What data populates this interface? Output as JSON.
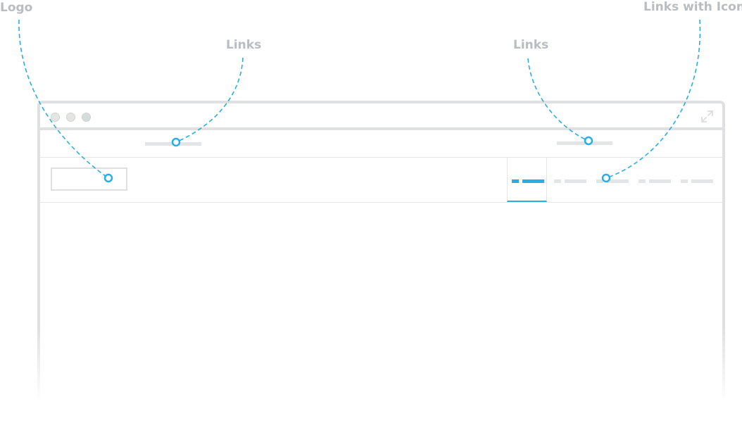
{
  "callouts": {
    "logo": "Logo",
    "links_left": "Links",
    "links_right": "Links",
    "links_with_icons": "Links with Icons"
  },
  "window": {
    "traffic_lights": [
      "close",
      "minimize",
      "zoom"
    ],
    "expand_icon": "expand-arrows-icon"
  },
  "navbar": {
    "icon_links_count": 5,
    "active_link_index": 0
  },
  "colors": {
    "accent": "#29aee3",
    "label": "#b9bcc0",
    "wireframe": "#dfe0e2",
    "placeholder": "#e3e4e6"
  }
}
